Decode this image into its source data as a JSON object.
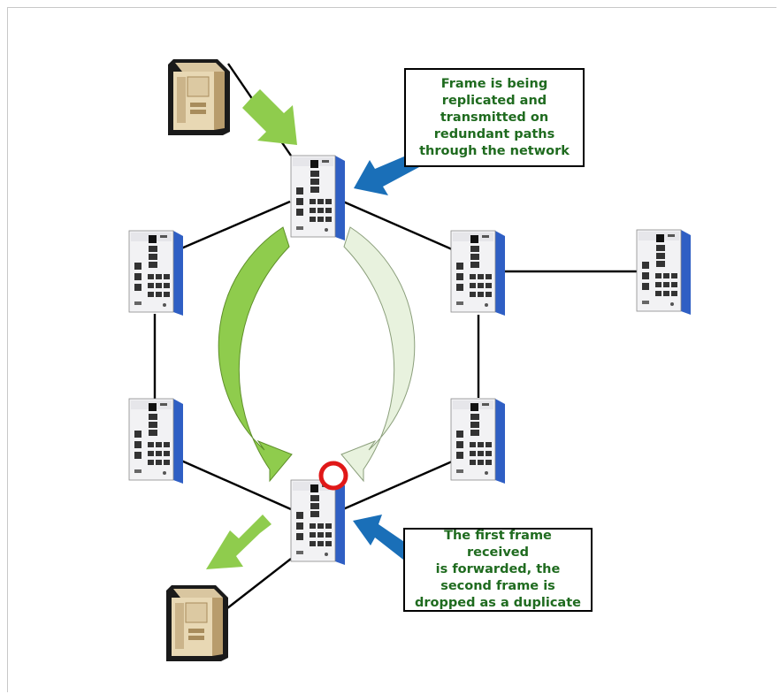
{
  "callouts": {
    "top": {
      "lines": [
        "Frame is being",
        "replicated and",
        "transmitted on",
        "redundant paths",
        "through the network"
      ]
    },
    "bottom": {
      "lines": [
        "The first frame received",
        "is forwarded, the",
        "second frame is",
        "dropped as a duplicate"
      ]
    }
  },
  "colors": {
    "text": "#1f6b1f",
    "green_arrow": "#8fcc4d",
    "pale_arrow": "#e8f2de",
    "blue_arrow": "#1a6fb8",
    "switch_side": "#2f5fc4",
    "dup_marker": "#e01818",
    "link": "#000000"
  },
  "icons": {
    "server": "server-icon",
    "switch": "network-switch-icon",
    "duplicate": "duplicate-drop-marker-icon"
  }
}
